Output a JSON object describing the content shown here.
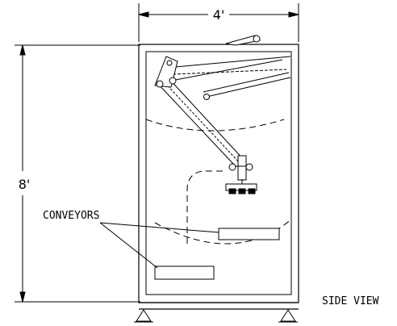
{
  "drawing": {
    "width_dimension": "4'",
    "height_dimension": "8'",
    "conveyors_label": "CONVEYORS",
    "view_label": "SIDE VIEW"
  },
  "colors": {
    "line": "#000000",
    "background": "#ffffff"
  }
}
